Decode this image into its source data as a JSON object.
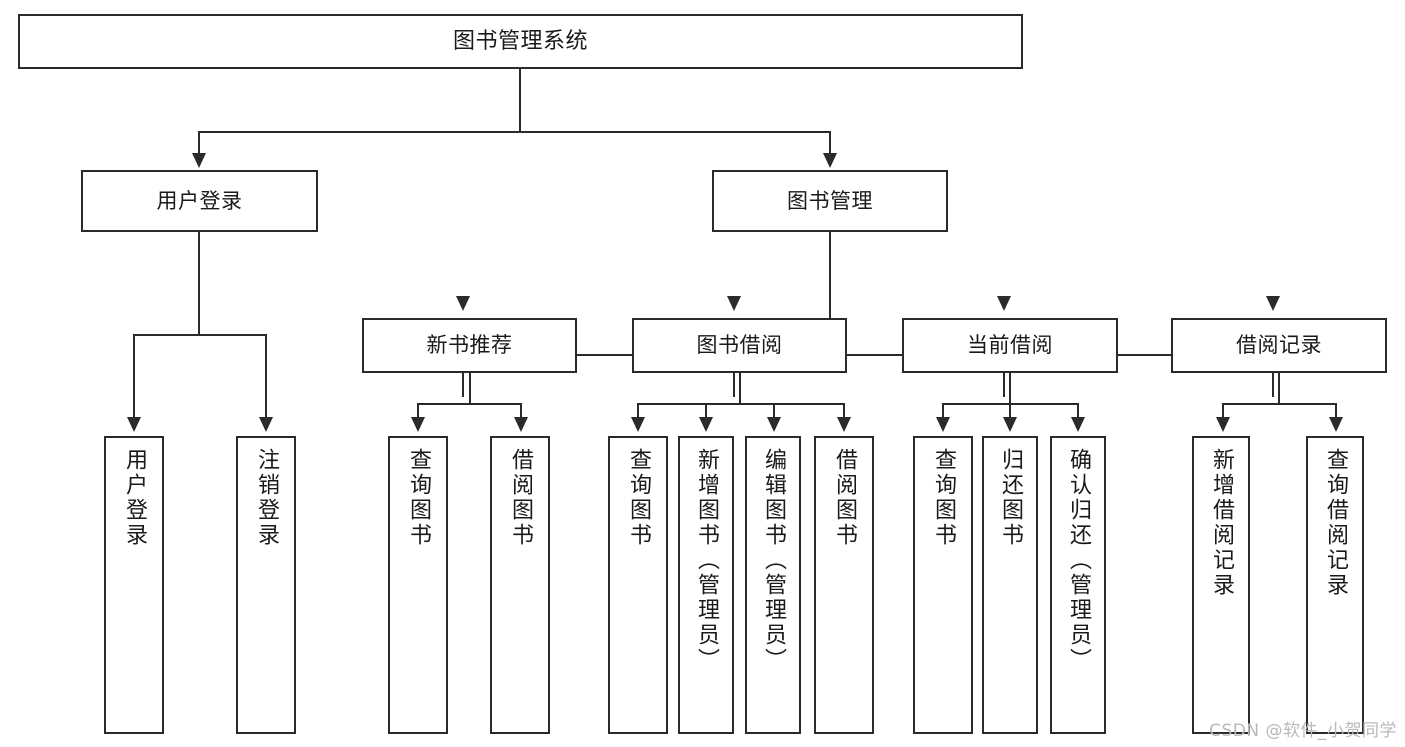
{
  "diagram": {
    "title": "图书管理系统",
    "type": "tree",
    "watermark": "CSDN @软件_小贺同学",
    "root": {
      "label": "图书管理系统"
    },
    "level2": [
      {
        "label": "用户登录"
      },
      {
        "label": "图书管理"
      }
    ],
    "level3": [
      {
        "label": "新书推荐"
      },
      {
        "label": "图书借阅"
      },
      {
        "label": "当前借阅"
      },
      {
        "label": "借阅记录"
      }
    ],
    "leaves": {
      "user_login": [
        {
          "label": "用户登录"
        },
        {
          "label": "注销登录"
        }
      ],
      "new_book_recommend": [
        {
          "label": "查询图书"
        },
        {
          "label": "借阅图书"
        }
      ],
      "book_borrow": [
        {
          "label": "查询图书"
        },
        {
          "label": "新增图书（管理员）"
        },
        {
          "label": "编辑图书（管理员）"
        },
        {
          "label": "借阅图书"
        }
      ],
      "current_borrow": [
        {
          "label": "查询图书"
        },
        {
          "label": "归还图书"
        },
        {
          "label": "确认归还（管理员）"
        }
      ],
      "borrow_record": [
        {
          "label": "新增借阅记录"
        },
        {
          "label": "查询借阅记录"
        }
      ]
    },
    "colors": {
      "stroke": "#2b2b2b",
      "fill": "#ffffff",
      "text": "#1a1a1a",
      "watermark": "#b9b9b9"
    }
  }
}
